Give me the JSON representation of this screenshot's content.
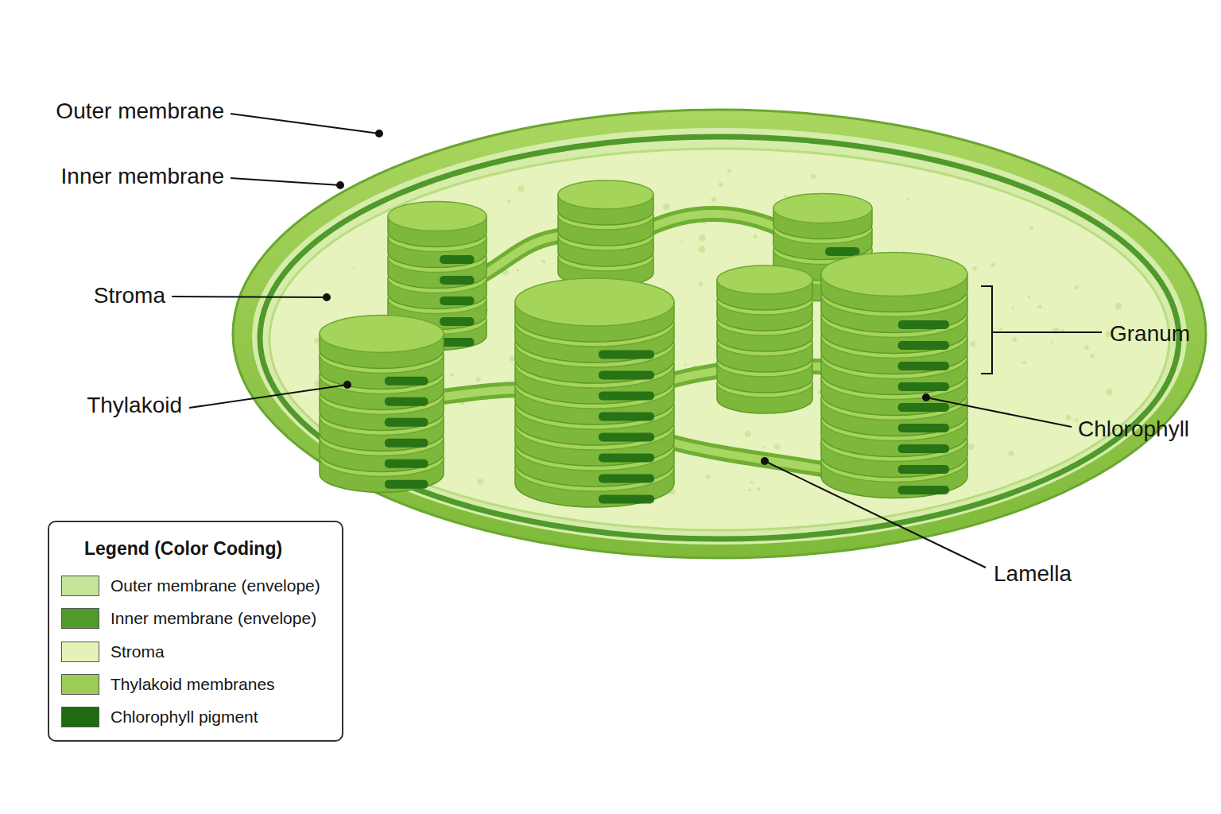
{
  "diagram": {
    "labels": [
      "Outer membrane",
      "Inner membrane",
      "Stroma",
      "Thylakoid",
      "Granum",
      "Chlorophyll",
      "Lamella",
      "Legend (Color Coding)"
    ],
    "legend": [
      {
        "text": "Outer membrane (envelope)",
        "color": "#c5e59a"
      },
      {
        "text": "Inner membrane (envelope)",
        "color": "#4f9a2a"
      },
      {
        "text": "Stroma",
        "color": "#e4f2b8"
      },
      {
        "text": "Thylakoid membranes",
        "color": "#9ccc55"
      },
      {
        "text": "Chlorophyll pigment",
        "color": "#1f6b12"
      }
    ]
  }
}
